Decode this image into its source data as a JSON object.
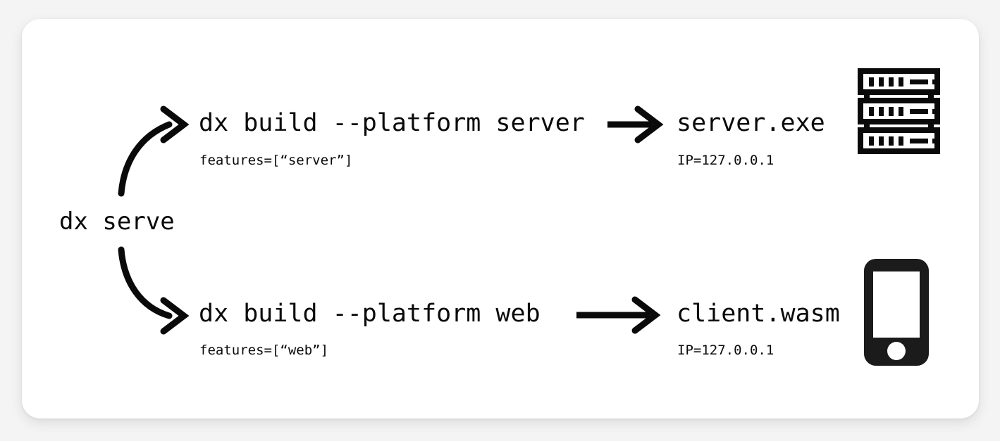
{
  "card": {
    "background": "#ffffff",
    "page_background": "#f4f4f5",
    "ink": "#0a0a0a"
  },
  "diagram": {
    "type": "flow",
    "root": {
      "label": "dx serve",
      "name": "dx-serve-root"
    },
    "branches": [
      {
        "id": "server",
        "command": "dx build --platform server",
        "features": "features=[“server”]",
        "output": "server.exe",
        "output_detail": "IP=127.0.0.1",
        "icon": "server-rack-icon",
        "arrow_from_root": "curved-arrow-up",
        "arrow_to_output": "straight-arrow-right"
      },
      {
        "id": "web",
        "command": "dx build --platform web",
        "features": "features=[“web”]",
        "output": "client.wasm",
        "output_detail": "IP=127.0.0.1",
        "icon": "mobile-phone-icon",
        "arrow_from_root": "curved-arrow-down",
        "arrow_to_output": "straight-arrow-right"
      }
    ]
  }
}
